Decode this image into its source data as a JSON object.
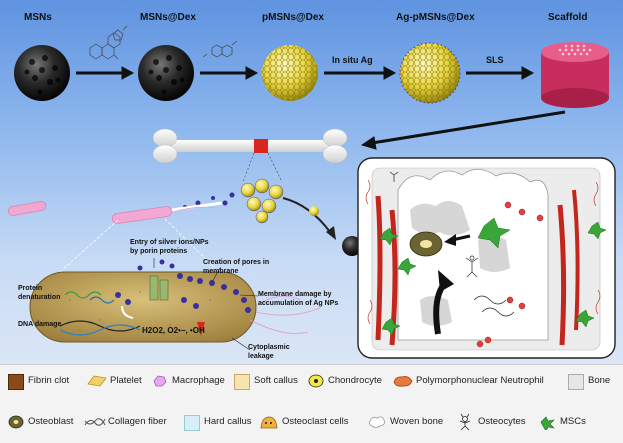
{
  "pipeline": {
    "labels": [
      "MSNs",
      "MSNs@Dex",
      "pMSNs@Dex",
      "Ag-pMSNs@Dex",
      "Scaffold"
    ],
    "arrow_in_situ": "In situ Ag",
    "arrow_sls": "SLS"
  },
  "bacteria": {
    "entry": "Entry of silver ions/NPs by porin proteins",
    "pores": "Creation of pores in membrane",
    "protein": "Protein denaturation",
    "membrane": "Membrane damage by accumulation of Ag NPs",
    "dna": "DNA damage",
    "ros": "H2O2, O2•−, •OH",
    "cyto": "Cytoplasmic leakage"
  },
  "legend": [
    {
      "label": "Fibrin clot",
      "icon": "fibrin-clot-icon"
    },
    {
      "label": "Platelet",
      "icon": "platelet-icon"
    },
    {
      "label": "Macrophage",
      "icon": "macrophage-icon"
    },
    {
      "label": "Soft callus",
      "icon": "soft-callus-icon"
    },
    {
      "label": "Chondrocyte",
      "icon": "chondrocyte-icon"
    },
    {
      "label": "Polymorphonuclear Neutrophil",
      "icon": "neutrophil-icon"
    },
    {
      "label": "Bone",
      "icon": "bone-icon"
    },
    {
      "label": "Osteoblast",
      "icon": "osteoblast-icon"
    },
    {
      "label": "Collagen fiber",
      "icon": "collagen-fiber-icon"
    },
    {
      "label": "Hard callus",
      "icon": "hard-callus-icon"
    },
    {
      "label": "Osteoclast cells",
      "icon": "osteoclast-icon"
    },
    {
      "label": "Woven bone",
      "icon": "woven-bone-icon"
    },
    {
      "label": "Osteocytes",
      "icon": "osteocyte-icon"
    },
    {
      "label": "MSCs",
      "icon": "msc-icon"
    }
  ],
  "colors": {
    "background_top": "#5f93e0",
    "arrow": "#111111",
    "scaffold": "#d63a6e",
    "nanoparticle_gold": "#e8d640",
    "bacterium": "#b89a52"
  }
}
